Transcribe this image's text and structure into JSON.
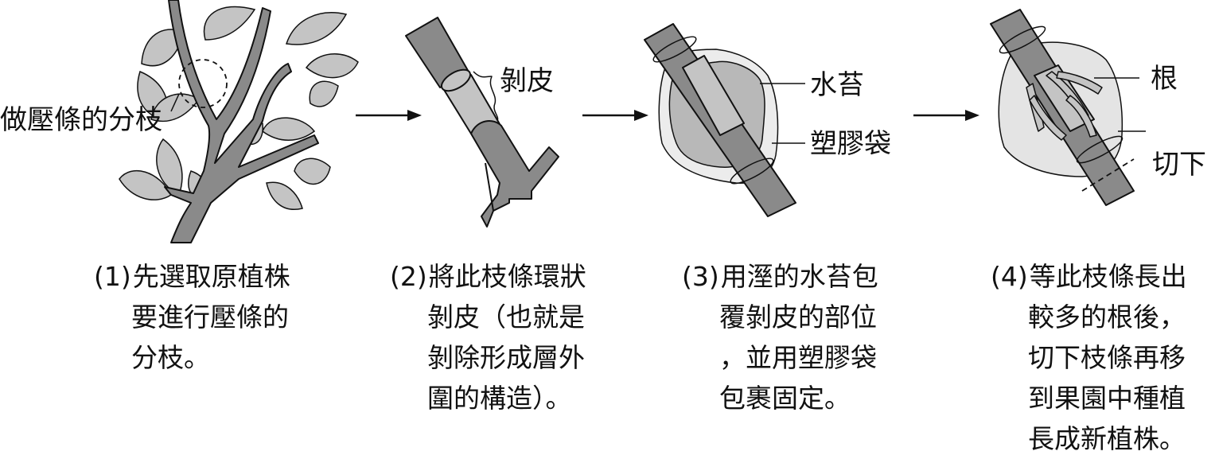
{
  "labels": {
    "branch_for_layering": "做壓條的分枝",
    "peel_bark": "剝皮",
    "water_moss": "水苔",
    "plastic_bag": "塑膠袋",
    "root": "根",
    "cut_off": "切下"
  },
  "steps": [
    {
      "number": "(1)",
      "lines": [
        "先選取原植株",
        "要進行壓條的",
        "分枝。"
      ]
    },
    {
      "number": "(2)",
      "lines": [
        "將此枝條環狀",
        "剝皮（也就是",
        "剝除形成層外",
        "圍的構造）。"
      ]
    },
    {
      "number": "(3)",
      "lines": [
        "用溼的水苔包",
        "覆剝皮的部位",
        "，並用塑膠袋",
        "包裹固定。"
      ]
    },
    {
      "number": "(4)",
      "lines": [
        "等此枝條長出",
        "較多的根後，",
        "切下枝條再移",
        "到果園中種植",
        "長成新植株。"
      ]
    }
  ],
  "colors": {
    "branch": "#8a8a8a",
    "leaf": "#c4c4c4",
    "moss": "#b8b8b8",
    "outline": "#111111"
  }
}
